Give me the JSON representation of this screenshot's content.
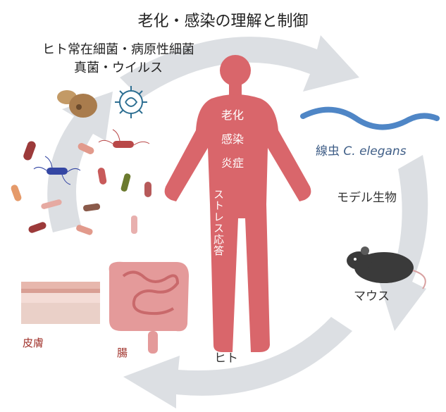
{
  "title": "老化・感染の理解と制御",
  "microbes_label": {
    "line1": "ヒト常在細菌・病原性細菌",
    "line2": "真菌・ウイルス"
  },
  "body_labels": {
    "aging": "老化",
    "infection": "感染",
    "inflammation": "炎症",
    "stress_response": "ストレス応答"
  },
  "model_organisms": {
    "worm_prefix": "線虫 ",
    "worm_species": "C. elegans",
    "model_label": "モデル生物",
    "mouse_label": "マウス"
  },
  "human": {
    "label": "ヒト",
    "skin_label": "皮膚",
    "gut_label": "腸"
  },
  "colors": {
    "body": "#d9666b",
    "cycle_arrow": "#dcdfe3",
    "tissue_label": "#a0322b",
    "worm": "#4f86c6",
    "mouse": "#3a3a3a"
  },
  "icons": [
    "fungus-icon",
    "virus-icon",
    "bacteria-icon",
    "worm-icon",
    "mouse-icon",
    "skin-icon",
    "intestine-icon",
    "human-body-icon",
    "cycle-arrow-icon"
  ]
}
